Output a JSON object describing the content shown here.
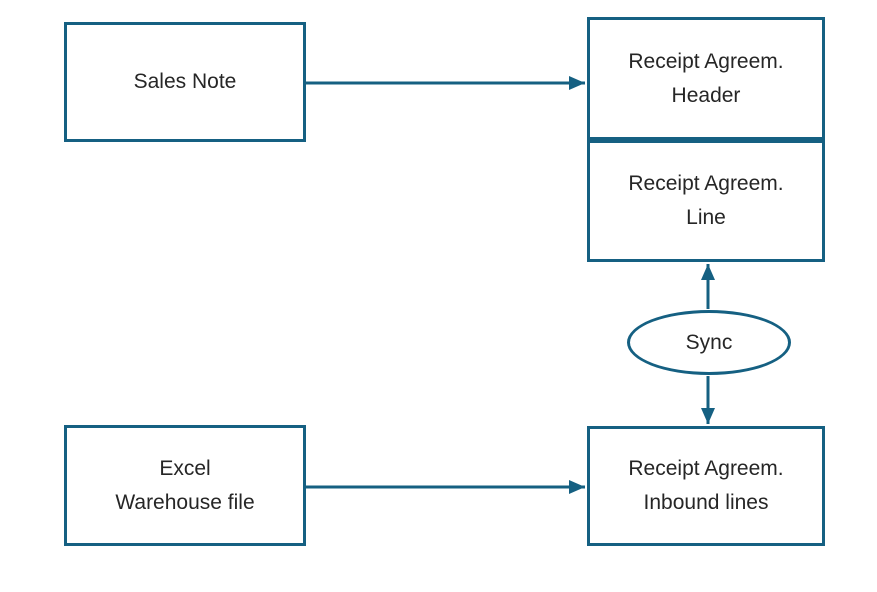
{
  "colors": {
    "accent": "#156082",
    "text": "#262626",
    "background": "#FFFFFF"
  },
  "nodes": {
    "sales_note": {
      "line1": "Sales Note"
    },
    "receipt_header": {
      "line1": "Receipt Agreem.",
      "line2": "Header"
    },
    "receipt_line": {
      "line1": "Receipt Agreem.",
      "line2": "Line"
    },
    "sync": {
      "label": "Sync"
    },
    "excel_file": {
      "line1": "Excel",
      "line2": "Warehouse file"
    },
    "inbound_lines": {
      "line1": "Receipt Agreem.",
      "line2": "Inbound lines"
    }
  },
  "edges": [
    {
      "from": "sales_note",
      "to": "receipt_header",
      "direction": "right"
    },
    {
      "from": "sync",
      "to": "receipt_line",
      "direction": "up"
    },
    {
      "from": "sync",
      "to": "inbound_lines",
      "direction": "down"
    },
    {
      "from": "excel_file",
      "to": "inbound_lines",
      "direction": "right"
    }
  ]
}
